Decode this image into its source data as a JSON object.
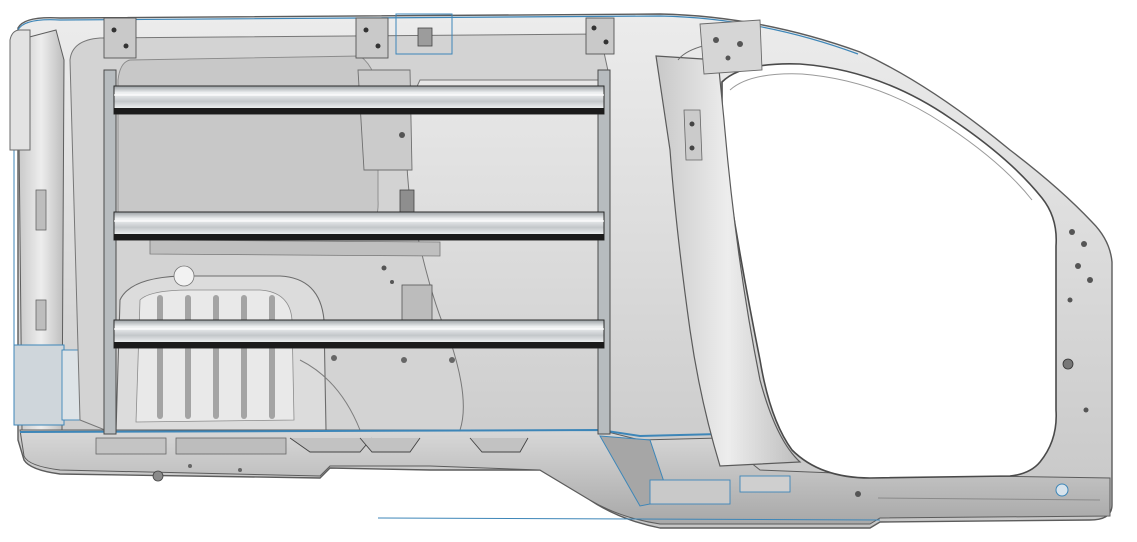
{
  "scene": {
    "subject": "vehicle-body-side-panel-with-rack",
    "colors": {
      "background": "#ffffff",
      "panel_light": "#e4e4e4",
      "panel_mid": "#cfcfcf",
      "panel_dark": "#a9a9a9",
      "edge": "#6e6e6e",
      "edge_dark": "#3c3c3c",
      "blue_outline": "#3d86b8",
      "rail_black": "#1b1b1b",
      "rail_silver": "#c3c7ca",
      "rail_highlight": "#f2f4f5"
    },
    "rack": {
      "rail_count": 3,
      "post_count": 2
    }
  }
}
